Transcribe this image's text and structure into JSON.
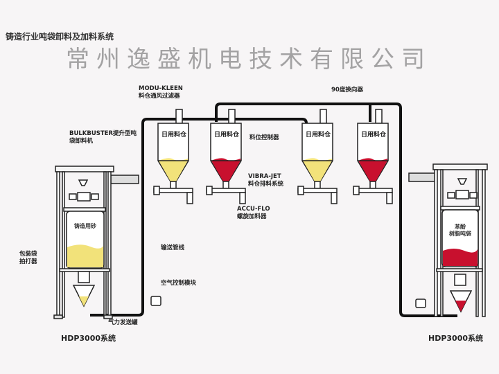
{
  "title": "铸造行业吨袋卸料及加料系统",
  "labels": {
    "modu_kleen_1": "MODU-KLEEN",
    "modu_kleen_2": "料仓通风过滤器",
    "diverter": "90度换向器",
    "bulkbuster_1": "BULKBUSTER提升型吨",
    "bulkbuster_2": "袋卸料机",
    "level_controller": "料位控制器",
    "vibra_jet_1": "VIBRA-JET",
    "vibra_jet_2": "料仓排料系统",
    "accu_flo_1": "ACCU-FLO",
    "accu_flo_2": "螺旋加料器",
    "conveying_line": "输送管线",
    "air_control": "空气控制模块",
    "bag_massager_1": "包装袋",
    "bag_massager_2": "拍打器",
    "pneumatic_tank": "气力发送罐",
    "left_bag": "铸造用砂",
    "right_bag_1": "苯酚",
    "right_bag_2": "树脂吨袋"
  },
  "bins": [
    {
      "label": "日用料仓",
      "color": "#f2e27a"
    },
    {
      "label": "日用料仓",
      "color": "#c8102e"
    },
    {
      "label": "日用料仓",
      "color": "#f2e27a"
    },
    {
      "label": "日用料仓",
      "color": "#c8102e"
    }
  ],
  "systems": {
    "left": "HDP3000系统",
    "right": "HDP3000系统"
  },
  "watermark": "常州逸盛机电技术有限公司"
}
